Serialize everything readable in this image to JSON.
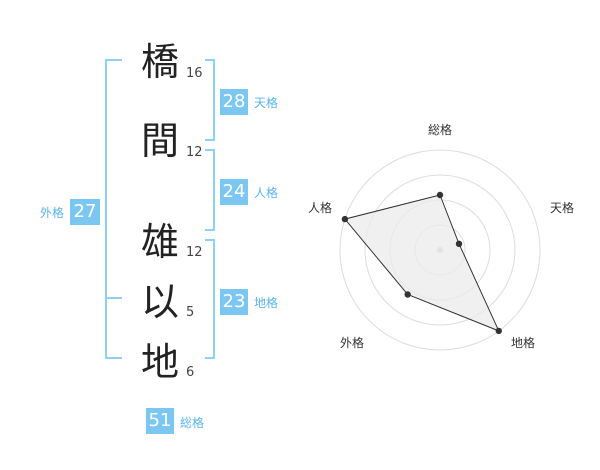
{
  "name": {
    "characters": [
      {
        "char": "橋",
        "strokes": "16"
      },
      {
        "char": "間",
        "strokes": "12"
      },
      {
        "char": "雄",
        "strokes": "12"
      },
      {
        "char": "以",
        "strokes": "5"
      },
      {
        "char": "地",
        "strokes": "6"
      }
    ]
  },
  "fortunes": {
    "tenkaku": {
      "value": "28",
      "label": "天格"
    },
    "jinkaku": {
      "value": "24",
      "label": "人格"
    },
    "chikaku": {
      "value": "23",
      "label": "地格"
    },
    "gaikaku": {
      "value": "27",
      "label": "外格"
    },
    "soukaku": {
      "value": "51",
      "label": "総格"
    }
  },
  "colors": {
    "accent": "#7cc7f2",
    "label": "#5ab3ea",
    "bracket": "#8fcff4",
    "radar_grid": "#dddddd",
    "radar_fill": "#ebebeb",
    "radar_line": "#333333"
  },
  "radar": {
    "axes": [
      "総格",
      "天格",
      "地格",
      "外格",
      "人格"
    ],
    "levels": 4,
    "values": [
      0.55,
      0.2,
      1.0,
      0.55,
      1.0
    ]
  }
}
